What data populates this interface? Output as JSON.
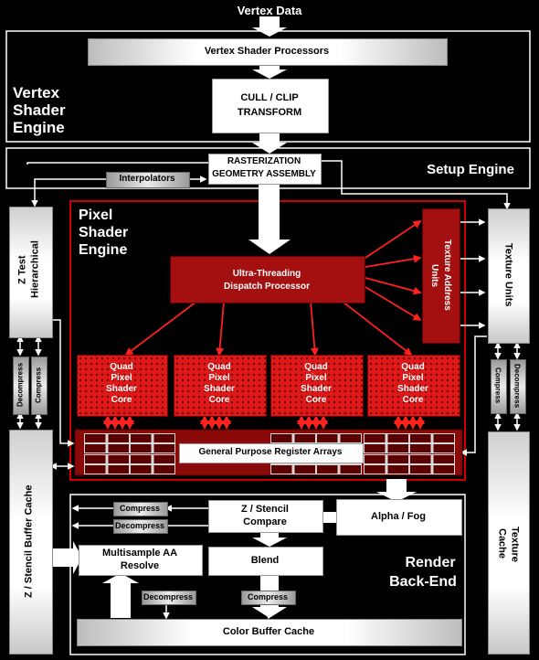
{
  "title_top": "Vertex Data",
  "vertex_engine": {
    "label_line1": "Vertex",
    "label_line2": "Shader",
    "label_line3": "Engine",
    "processors": "Vertex Shader Processors",
    "cull_line1": "CULL / CLIP",
    "cull_line2": "TRANSFORM"
  },
  "setup_engine": {
    "label": "Setup Engine",
    "raster_line1": "RASTERIZATION",
    "raster_line2": "GEOMETRY ASSEMBLY",
    "interpolators": "Interpolators"
  },
  "pixel_engine": {
    "label_line1": "Pixel",
    "label_line2": "Shader",
    "label_line3": "Engine",
    "dispatch_line1": "Ultra-Threading",
    "dispatch_line2": "Dispatch Processor",
    "tex_addr_line1": "Texture Address",
    "tex_addr_line2": "Units",
    "cores": [
      {
        "l1": "Quad",
        "l2": "Pixel",
        "l3": "Shader",
        "l4": "Core"
      },
      {
        "l1": "Quad",
        "l2": "Pixel",
        "l3": "Shader",
        "l4": "Core"
      },
      {
        "l1": "Quad",
        "l2": "Pixel",
        "l3": "Shader",
        "l4": "Core"
      },
      {
        "l1": "Quad",
        "l2": "Pixel",
        "l3": "Shader",
        "l4": "Core"
      }
    ],
    "gpr": "General Purpose Register Arrays"
  },
  "left_column": {
    "hier_z_line1": "Hierarchical",
    "hier_z_line2": "Z Test",
    "decompress": "Decompress",
    "compress": "Compress",
    "zstencil_cache": "Z / Stencil Buffer Cache"
  },
  "right_column": {
    "texture_units": "Texture Units",
    "compress": "Compress",
    "decompress": "Decompress",
    "texture_cache_line1": "Texture",
    "texture_cache_line2": "Cache"
  },
  "backend": {
    "label_line1": "Render",
    "label_line2": "Back-End",
    "compress_top": "Compress",
    "decompress_top": "Decompress",
    "zstencil_line1": "Z / Stencil",
    "zstencil_line2": "Compare",
    "alpha_fog": "Alpha / Fog",
    "msaa_line1": "Multisample AA",
    "msaa_line2": "Resolve",
    "blend": "Blend",
    "decompress_bottom": "Decompress",
    "compress_bottom": "Compress",
    "color_cache": "Color Buffer Cache"
  },
  "colors": {
    "background": "#000000",
    "red": "#e01818",
    "dark_red": "#a41010"
  }
}
